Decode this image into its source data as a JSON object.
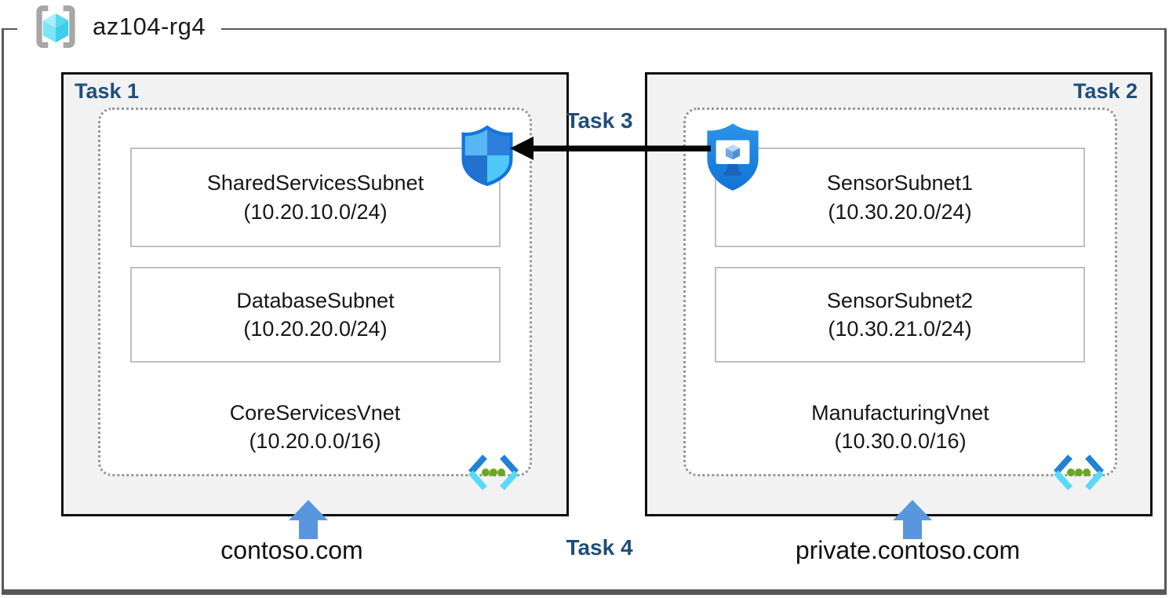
{
  "title": {
    "resource_group": "az104-rg4"
  },
  "task_labels": {
    "task1": "Task 1",
    "task2": "Task 2",
    "task3": "Task 3",
    "task4": "Task 4"
  },
  "left_vnet": {
    "name": "CoreServicesVnet",
    "cidr": "(10.20.0.0/16)",
    "subnets": [
      {
        "name": "SharedServicesSubnet",
        "cidr": "(10.20.10.0/24)"
      },
      {
        "name": "DatabaseSubnet",
        "cidr": "(10.20.20.0/24)"
      }
    ],
    "dns_zone": "contoso.com"
  },
  "right_vnet": {
    "name": "ManufacturingVnet",
    "cidr": "(10.30.0.0/16)",
    "subnets": [
      {
        "name": "SensorSubnet1",
        "cidr": "(10.30.20.0/24)"
      },
      {
        "name": "SensorSubnet2",
        "cidr": "(10.30.21.0/24)"
      }
    ],
    "dns_zone": "private.contoso.com"
  },
  "icons": {
    "resource_group": "resource-group-brackets-cube-icon",
    "network_security_group": "nsg-shield-icon",
    "bastion": "bastion-shield-monitor-icon",
    "virtual_network": "virtual-network-chevrons-icon",
    "dns_pointer": "blue-up-block-arrow-icon",
    "task3_flow": "black-left-arrow-icon"
  },
  "colors": {
    "task_label_navy": "#1F4E79",
    "box_fill_gray": "#F2F2F2",
    "box_border_black": "#0D0D0D",
    "dotted_border_gray": "#969696",
    "subnet_border_gray": "#BFBFBF",
    "frame_border_gray": "#585858",
    "dns_arrow_blue": "#5A96DD",
    "flow_arrow_black": "#000000",
    "icon_shield_blue": "#1E86E4",
    "icon_cyan": "#55D9F2",
    "icon_dot_green": "#69A81E",
    "bracket_gray": "#A6A6A6"
  }
}
